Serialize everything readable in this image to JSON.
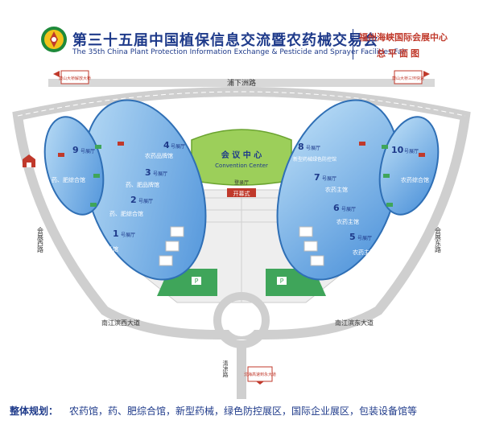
{
  "header": {
    "title_zh": "第三十五届中国植保信息交流暨农药械交易会",
    "title_en": "The 35th China Plant Protection Information Exchange & Pesticide and Sprayer Facilities Fair",
    "venue": "福州海峡国际会展中心",
    "plan_title": "总平面图"
  },
  "roads": {
    "north": "浦下洲路",
    "west": "会展西路",
    "east": "会展东路",
    "south_west": "南江滨西大道",
    "south_east": "南江滨东大道",
    "south": "清凉路"
  },
  "signs": {
    "top_left": "鼓山大桥解放大桥",
    "top_right": "鼓山大桥三环快速",
    "bottom": "沈海高速到永大道"
  },
  "center": {
    "name_zh": "会 议  中 心",
    "name_en": "Convention Center",
    "entrance": "登录厅",
    "ceremony": "开幕式"
  },
  "halls": {
    "h1": {
      "num": "1",
      "label": "号展厅"
    },
    "h2": {
      "num": "2",
      "label": "号展厅"
    },
    "h3": {
      "num": "3",
      "label": "号展厅"
    },
    "h4": {
      "num": "4",
      "label": "号展厅"
    },
    "h5": {
      "num": "5",
      "label": "号展厅"
    },
    "h6": {
      "num": "6",
      "label": "号展厅"
    },
    "h7": {
      "num": "7",
      "label": "号展厅"
    },
    "h8": {
      "num": "8",
      "label": "号展厅"
    },
    "h9": {
      "num": "9",
      "label": "号展厅"
    },
    "h10": {
      "num": "10",
      "label": "号展厅"
    }
  },
  "zones": {
    "left_1": "包装设备馆",
    "left_2": "药、肥综合馆",
    "left_3": "药、肥品牌馆",
    "left_4": "农药品牌馆",
    "left_9": "药、肥综合馆",
    "right_8": "新型药械绿色防控馆",
    "right_7": "农药主馆",
    "right_6": "农药主馆",
    "right_5": "农药主馆",
    "right_10": "农药综合馆"
  },
  "footer": {
    "label": "整体规划：",
    "text": "农药馆，药、肥综合馆，新型药械，绿色防控展区，国际企业展区，包装设备馆等"
  },
  "colors": {
    "hall_blue": "#4a90d9",
    "hall_light": "#9cc9ef",
    "center_green": "#9ccf5a",
    "road_gray": "#cfcfcf",
    "title_blue": "#1e3a8a",
    "accent_red": "#c0392b"
  }
}
